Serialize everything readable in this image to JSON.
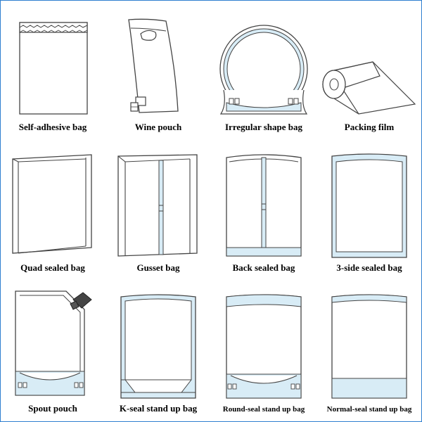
{
  "items": [
    {
      "label": "Self-adhesive bag",
      "icon": "self-adhesive-bag-icon"
    },
    {
      "label": "Wine pouch",
      "icon": "wine-pouch-icon"
    },
    {
      "label": "Irregular shape bag",
      "icon": "irregular-shape-bag-icon"
    },
    {
      "label": "Packing film",
      "icon": "packing-film-icon"
    },
    {
      "label": "Quad sealed bag",
      "icon": "quad-sealed-bag-icon"
    },
    {
      "label": "Gusset bag",
      "icon": "gusset-bag-icon"
    },
    {
      "label": "Back sealed bag",
      "icon": "back-sealed-bag-icon"
    },
    {
      "label": "3-side sealed bag",
      "icon": "three-side-sealed-bag-icon"
    },
    {
      "label": "Spout pouch",
      "icon": "spout-pouch-icon"
    },
    {
      "label": "K-seal stand up bag",
      "icon": "k-seal-stand-up-bag-icon"
    },
    {
      "label": "Round-seal stand up bag",
      "icon": "round-seal-stand-up-bag-icon"
    },
    {
      "label": "Normal-seal stand up bag",
      "icon": "normal-seal-stand-up-bag-icon"
    }
  ],
  "colors": {
    "outline": "#444444",
    "seal": "#d8ecf6",
    "frame": "#2f7fd0"
  }
}
